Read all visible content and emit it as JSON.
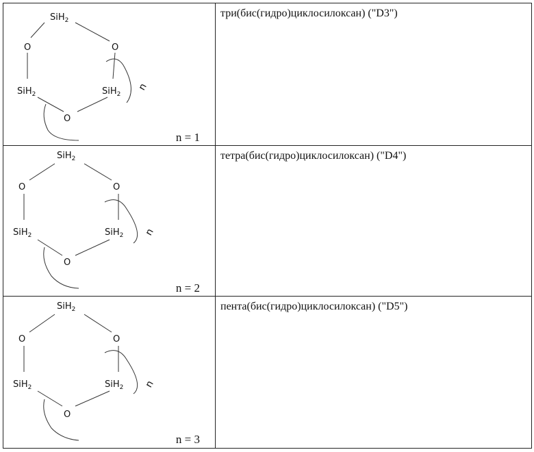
{
  "rows": [
    {
      "name": "три(бис(гидро)циклосилоксан) (\"D3\")",
      "n_label": "n = 1"
    },
    {
      "name": "тетра(бис(гидро)циклосилоксан) (\"D4\")",
      "n_label": "n = 2"
    },
    {
      "name": "пента(бис(гидро)циклосилоксан) (\"D5\")",
      "n_label": "n = 3"
    }
  ],
  "structure": {
    "si_symbol": "SiH",
    "si_subscript": "2",
    "o_symbol": "O",
    "repeat_symbol": "n"
  }
}
